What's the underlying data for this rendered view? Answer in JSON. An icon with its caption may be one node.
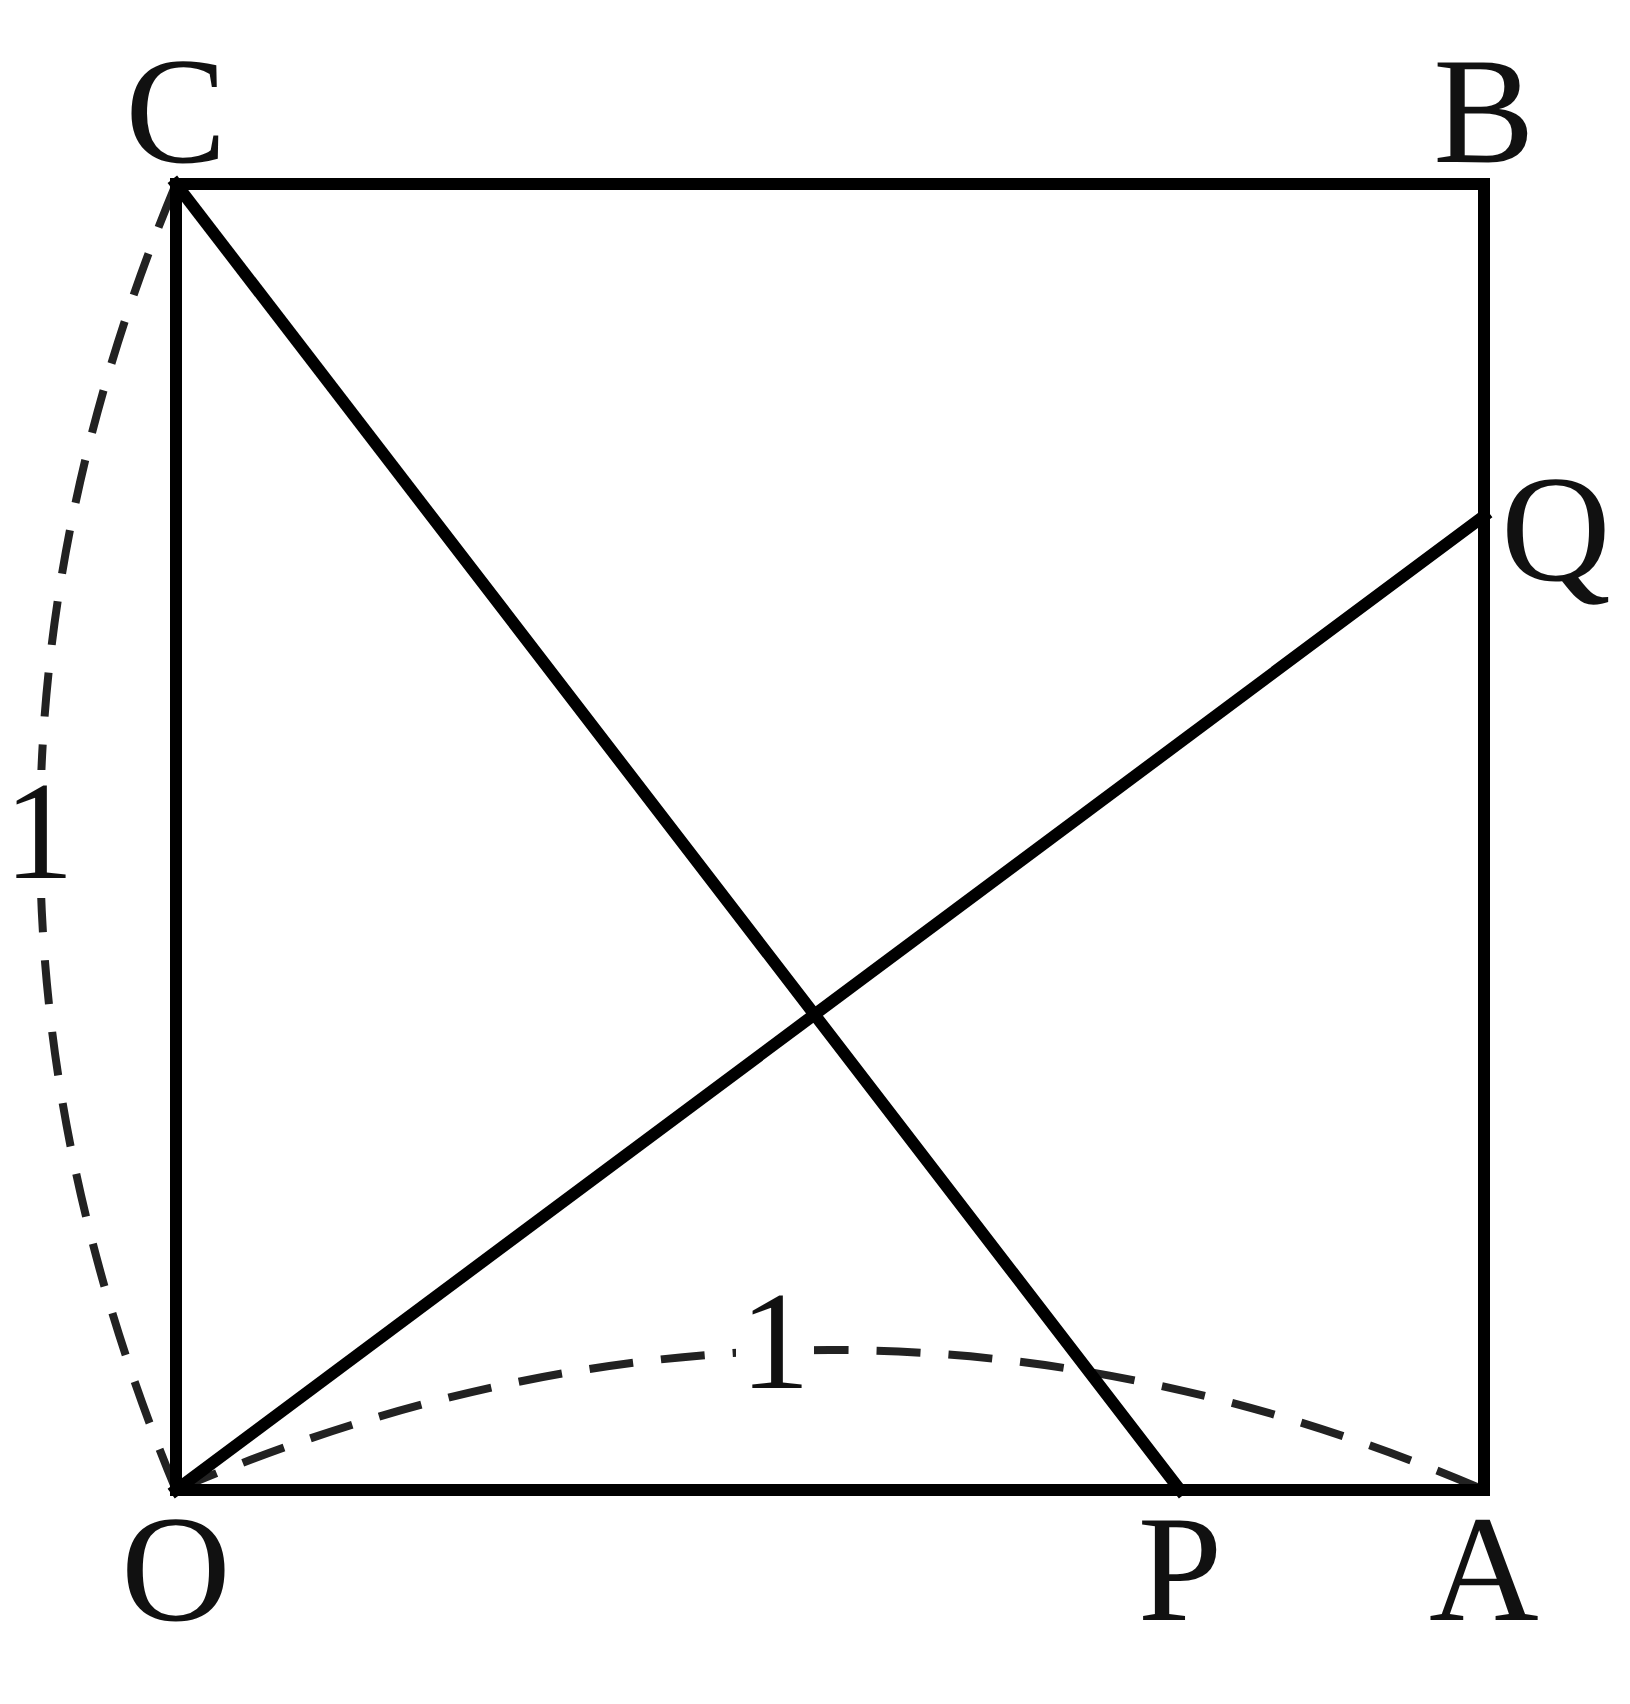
{
  "diagram": {
    "nodes": [
      {
        "text": [
          "C"
        ]
      },
      {
        "text": [
          "B"
        ]
      },
      {
        "text": [
          "Q"
        ]
      },
      {
        "text": [
          "O"
        ]
      },
      {
        "text": [
          "P"
        ]
      },
      {
        "text": [
          "A"
        ]
      }
    ],
    "edges": [
      {
        "from": 0,
        "to": 1,
        "arrow": "none"
      },
      {
        "from": 1,
        "to": 2,
        "arrow": "none"
      },
      {
        "from": 2,
        "to": 5,
        "arrow": "none"
      },
      {
        "from": 5,
        "to": 4,
        "arrow": "none"
      },
      {
        "from": 4,
        "to": 3,
        "arrow": "none"
      },
      {
        "from": 3,
        "to": 0,
        "arrow": "none"
      },
      {
        "from": 0,
        "to": 4,
        "arrow": "none"
      },
      {
        "from": 3,
        "to": 2,
        "arrow": "none"
      }
    ],
    "labels": [
      "1",
      "1"
    ]
  }
}
